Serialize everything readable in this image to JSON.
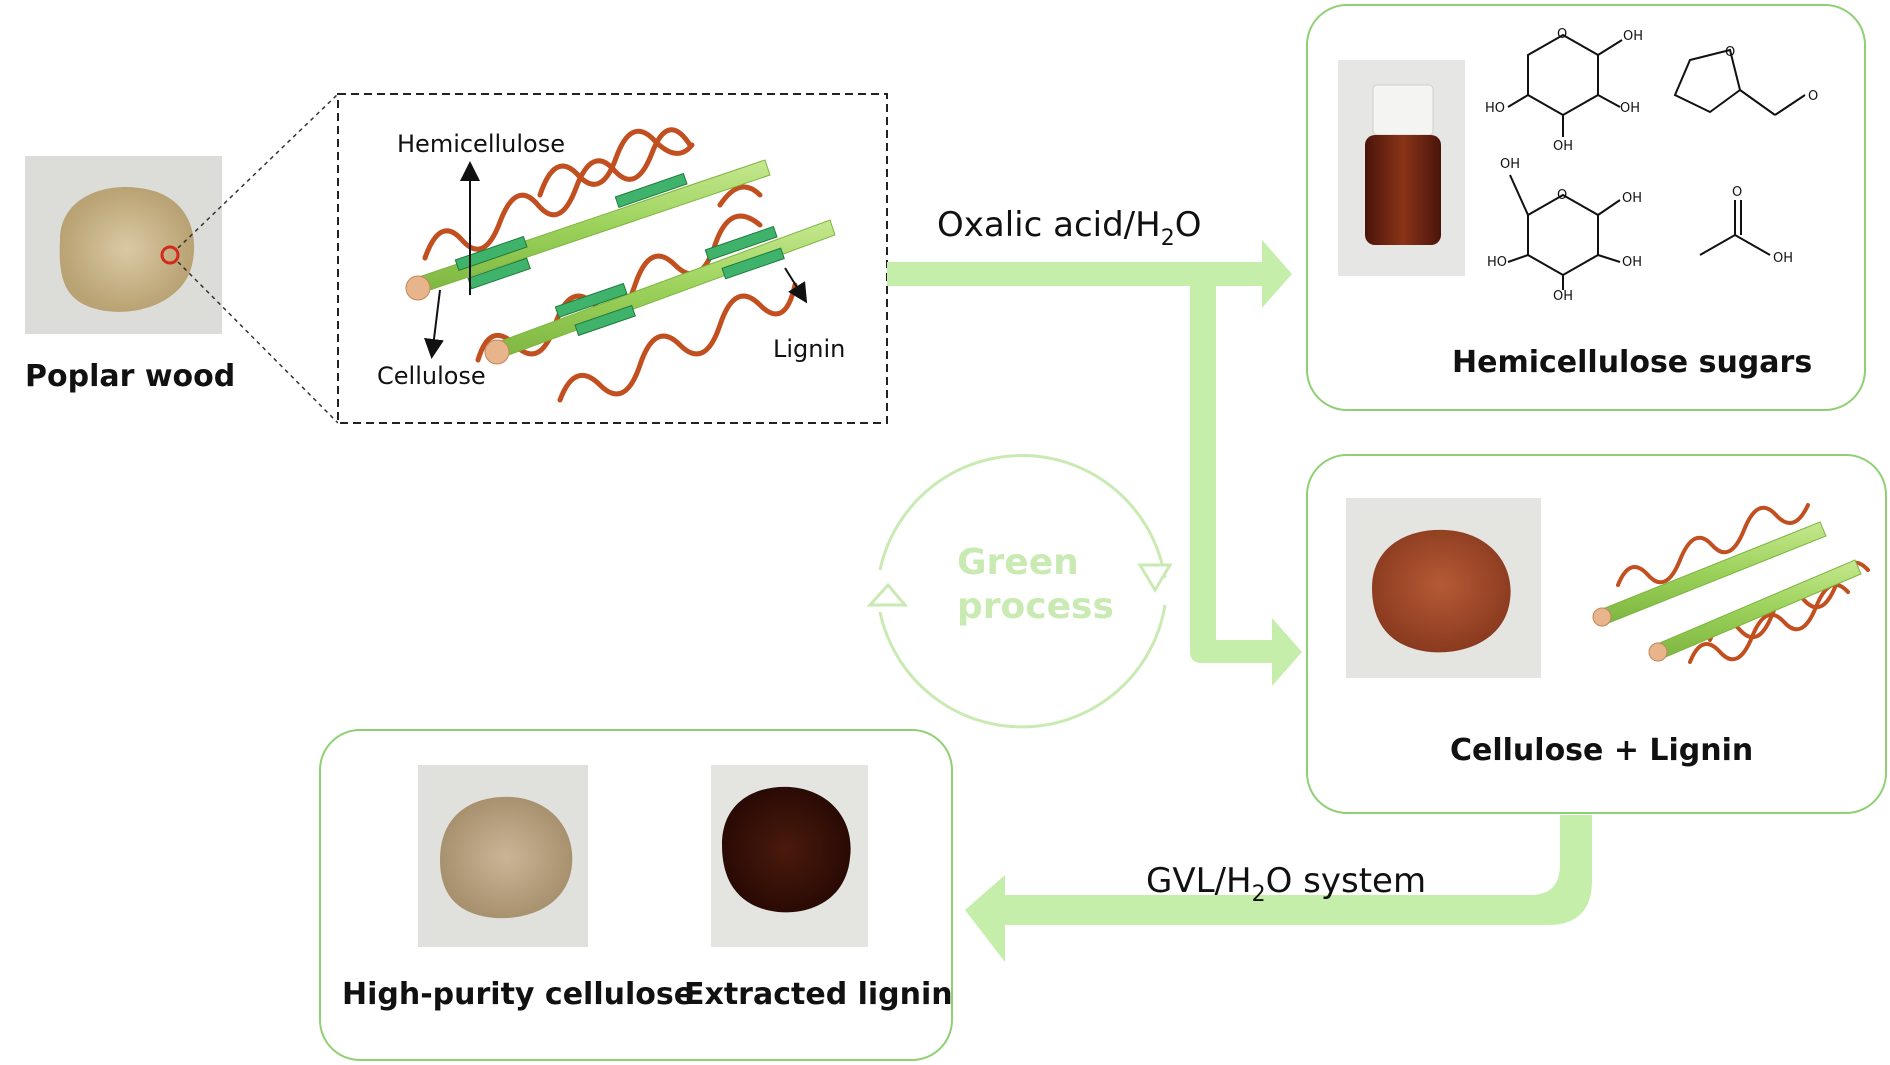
{
  "labels": {
    "poplar_wood": "Poplar wood",
    "hemicellulose": "Hemicellulose",
    "cellulose": "Cellulose",
    "lignin": "Lignin",
    "step1_main": "Oxalic acid/H",
    "step1_sub": "2",
    "step1_tail": "O",
    "hemicellulose_sugars": "Hemicellulose sugars",
    "green": "Green",
    "process": "process",
    "cellulose_lignin": "Cellulose + Lignin",
    "step2_main": "GVL/H",
    "step2_sub": "2",
    "step2_tail": "O system",
    "high_purity_cellulose": "High-purity cellulose",
    "extracted_lignin": "Extracted lignin"
  },
  "molecule_labels": {
    "oh": "OH",
    "ho": "HO",
    "o": "O"
  },
  "colors": {
    "accent_green": "#c5eeaa",
    "box_border": "#8fd074",
    "fiber_green": "#9bd15a",
    "fiber_light": "#c6e88f",
    "lignin_orange": "#c24f1f",
    "hemi_green": "#3fb36b",
    "green_text": "#c9eab3",
    "poplar_sand": "#cdb98e",
    "cellulose_dark": "#a3482a",
    "lignin_dark": "#3d1207",
    "liquid_brown": "#7a2a14"
  }
}
